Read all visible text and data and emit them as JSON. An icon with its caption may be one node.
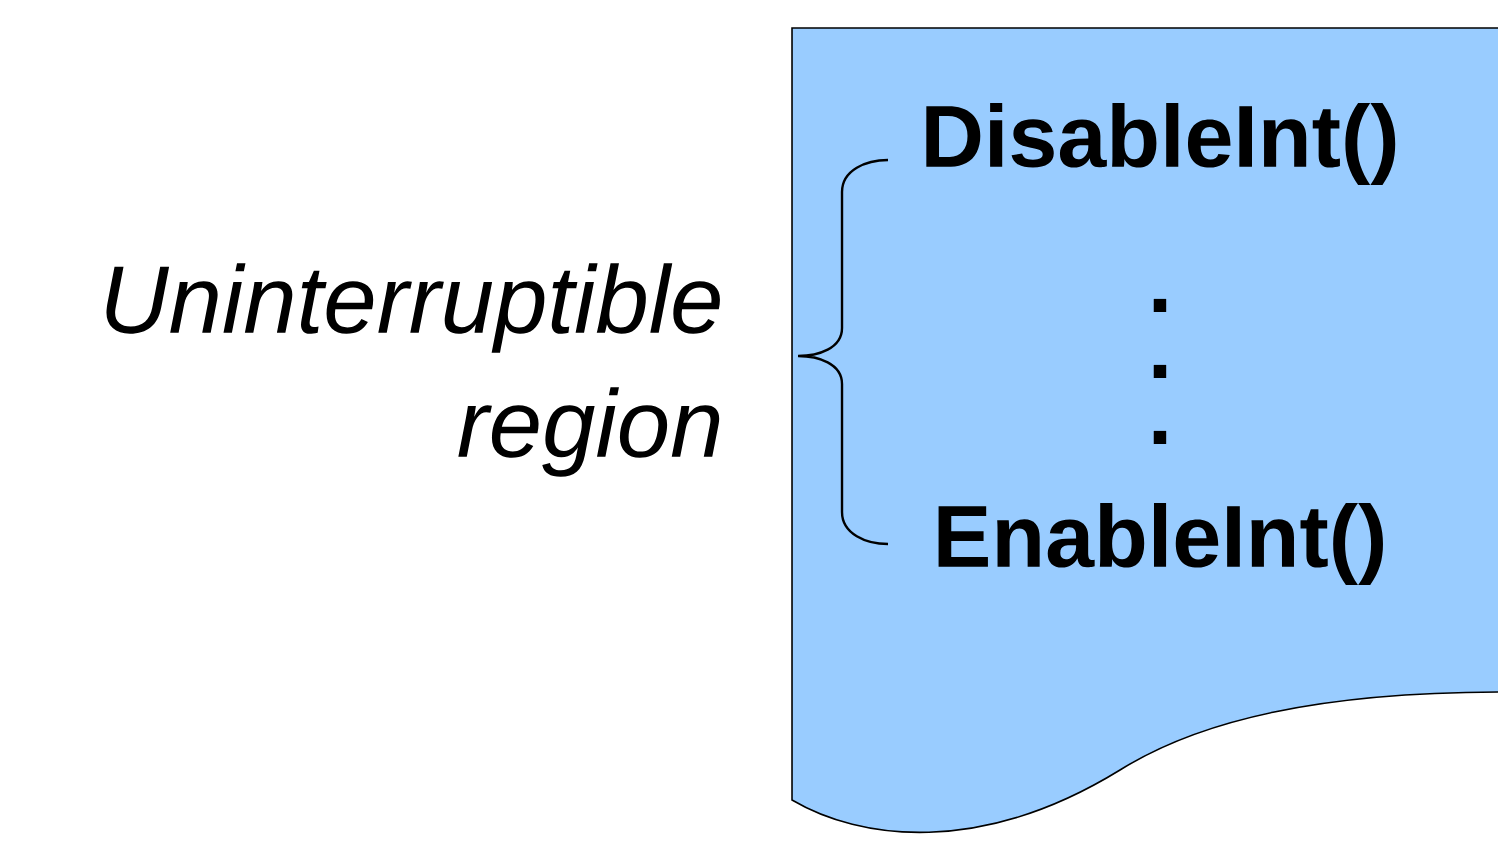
{
  "diagram": {
    "nodes": [
      {
        "text": [
          "DisableInt()",
          ".",
          ".",
          ".",
          "EnableInt()"
        ]
      }
    ],
    "edges": [],
    "labels": [
      "Uninterruptible region"
    ]
  }
}
